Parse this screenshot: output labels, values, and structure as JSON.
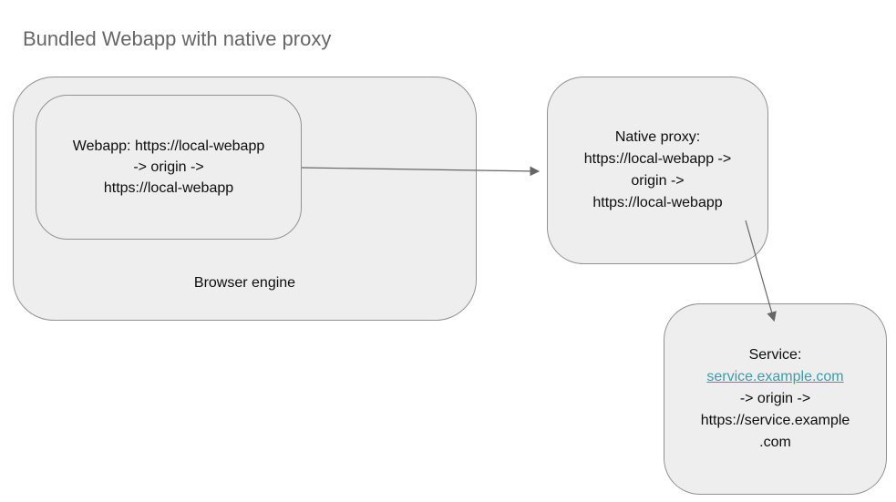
{
  "title": "Bundled Webapp with native proxy",
  "colors": {
    "canvas_bg": "#ffffff",
    "box_fill": "#eeeeee",
    "box_border": "#919191",
    "title_text": "#666666",
    "body_text": "#0d0d0d",
    "link": "#3a9daa",
    "arrow": "#666666"
  },
  "nodes": {
    "webapp": {
      "lines": [
        "Webapp: https://local-webapp",
        "-> origin ->",
        "https://local-webapp"
      ]
    },
    "browser_engine": {
      "label": "Browser engine"
    },
    "native_proxy": {
      "lines": [
        "Native proxy:",
        "https://local-webapp ->",
        "origin ->",
        "https://local-webapp"
      ]
    },
    "service": {
      "heading": "Service:",
      "link": "service.example.com",
      "lines_after": [
        "-> origin ->",
        "https://service.example",
        ".com"
      ]
    }
  }
}
